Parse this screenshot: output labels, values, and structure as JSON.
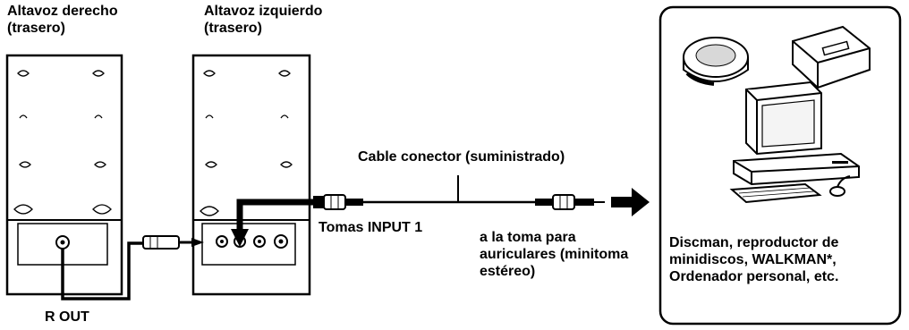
{
  "labels": {
    "right_speaker": [
      "Altavoz derecho",
      "(trasero)"
    ],
    "left_speaker": [
      "Altavoz izquierdo",
      "(trasero)"
    ],
    "cable": "Cable conector (suministrado)",
    "input_jacks": "Tomas INPUT 1",
    "headphone_jack": [
      "a la toma para",
      "auriculares (minitoma",
      "estéreo)"
    ],
    "r_out": "R OUT",
    "devices": [
      "Discman, reproductor de",
      "minidiscos, WALKMAN*,",
      "Ordenador personal, etc."
    ]
  },
  "icons": [
    "speaker-right-rear",
    "speaker-left-rear",
    "discman",
    "minidisc-player",
    "personal-computer",
    "stereo-mini-plug",
    "arrow"
  ]
}
